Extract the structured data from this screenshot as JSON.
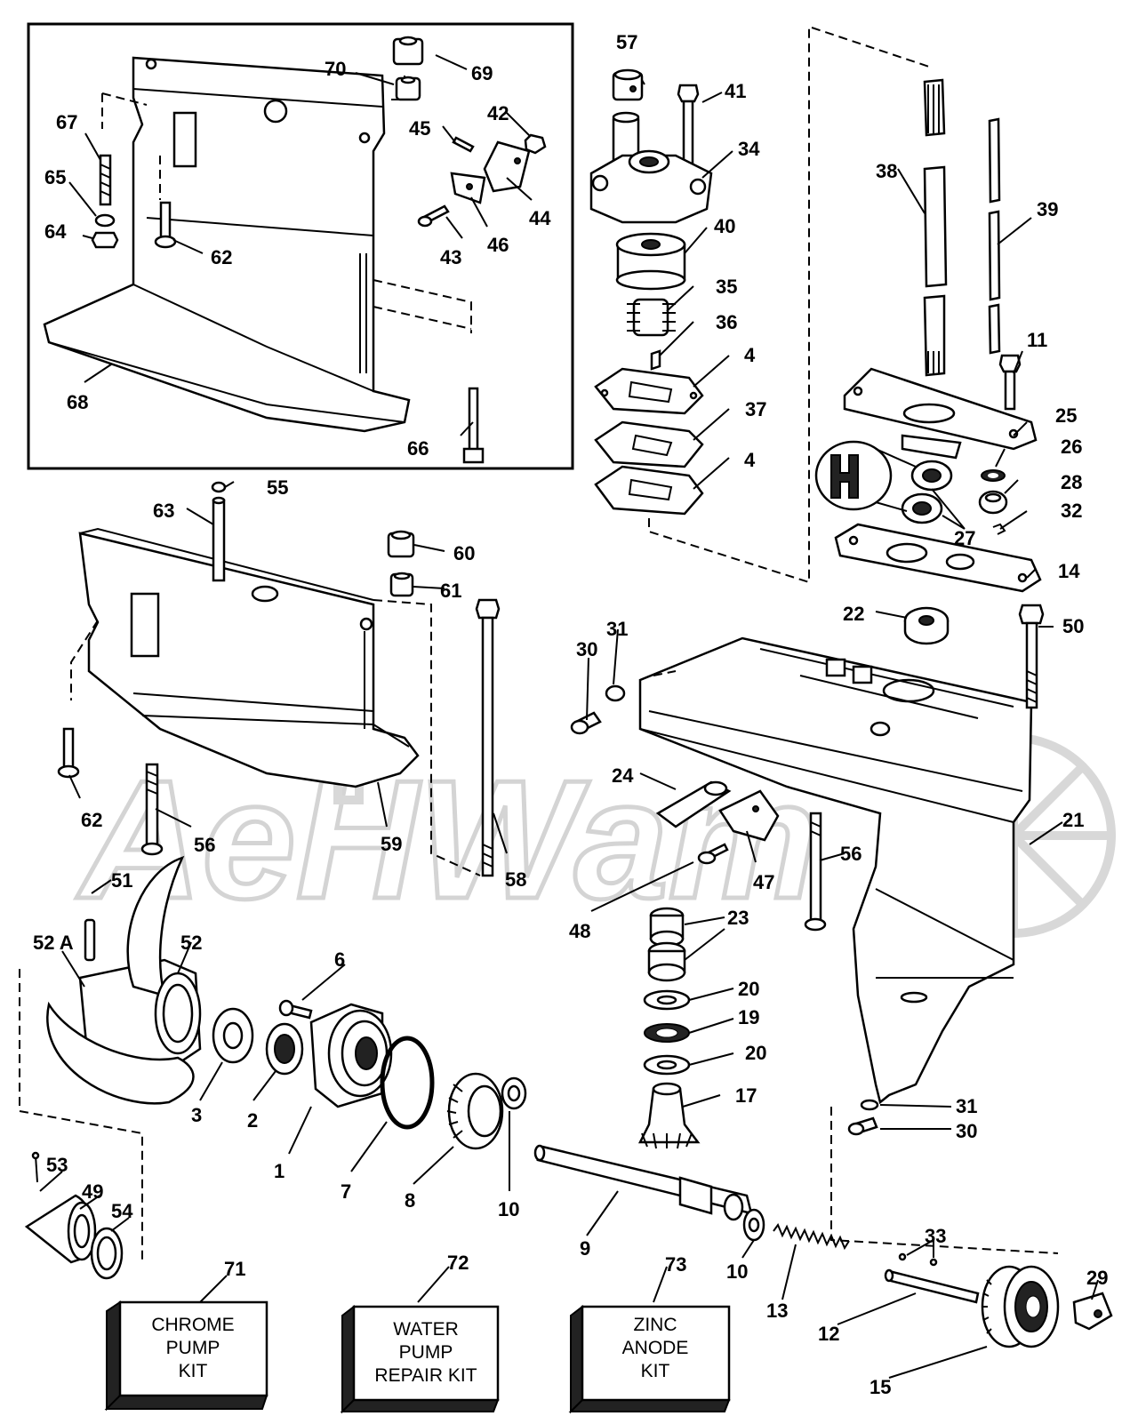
{
  "labels": {
    "l1": "1",
    "l2": "2",
    "l3": "3",
    "l4a": "4",
    "l4b": "4",
    "l6": "6",
    "l7": "7",
    "l8": "8",
    "l9": "9",
    "l10a": "10",
    "l10b": "10",
    "l11": "11",
    "l12": "12",
    "l13": "13",
    "l14": "14",
    "l15": "15",
    "l17": "17",
    "l19": "19",
    "l20a": "20",
    "l20b": "20",
    "l21": "21",
    "l22": "22",
    "l23": "23",
    "l24": "24",
    "l25": "25",
    "l26": "26",
    "l27": "27",
    "l28": "28",
    "l29": "29",
    "l30a": "30",
    "l30b": "30",
    "l31a": "31",
    "l31b": "31",
    "l32": "32",
    "l33": "33",
    "l34": "34",
    "l35": "35",
    "l36": "36",
    "l37": "37",
    "l38": "38",
    "l39": "39",
    "l40": "40",
    "l41": "41",
    "l42": "42",
    "l43": "43",
    "l44": "44",
    "l45": "45",
    "l46": "46",
    "l47": "47",
    "l48": "48",
    "l49": "49",
    "l50": "50",
    "l51": "51",
    "l52": "52",
    "l52a": "52 A",
    "l53": "53",
    "l54": "54",
    "l55": "55",
    "l56a": "56",
    "l56b": "56",
    "l57": "57",
    "l58": "58",
    "l59": "59",
    "l60": "60",
    "l61": "61",
    "l62a": "62",
    "l62b": "62",
    "l63": "63",
    "l64": "64",
    "l65": "65",
    "l66": "66",
    "l67": "67",
    "l68": "68",
    "l69": "69",
    "l70": "70",
    "l71": "71",
    "l72": "72",
    "l73": "73"
  },
  "kits": {
    "chrome": [
      "CHROME",
      "PUMP",
      "KIT"
    ],
    "water": [
      "WATER",
      "PUMP",
      "REPAIR KIT"
    ],
    "zinc": [
      "ZINC",
      "ANODE",
      "KIT"
    ]
  },
  "watermark": "AeHWam"
}
